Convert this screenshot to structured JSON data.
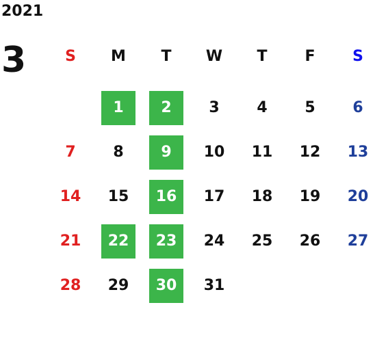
{
  "year": "2021",
  "month": "3",
  "weekdays": [
    "S",
    "M",
    "T",
    "W",
    "T",
    "F",
    "S"
  ],
  "weeks": [
    [
      "",
      "",
      "1",
      "2",
      "3",
      "4",
      "5",
      "6"
    ],
    [
      "7",
      "8",
      "9",
      "10",
      "11",
      "12",
      "13"
    ],
    [
      "14",
      "15",
      "16",
      "17",
      "18",
      "19",
      "20"
    ],
    [
      "21",
      "22",
      "23",
      "24",
      "25",
      "26",
      "27"
    ],
    [
      "28",
      "29",
      "30",
      "31",
      "",
      "",
      ""
    ]
  ],
  "highlighted_days": [
    "1",
    "2",
    "9",
    "16",
    "22",
    "23",
    "30"
  ],
  "colors": {
    "sunday": "#e02020",
    "saturday": "#1f3f9a",
    "saturday_header": "#1010ee",
    "highlight": "#3cb54a"
  }
}
